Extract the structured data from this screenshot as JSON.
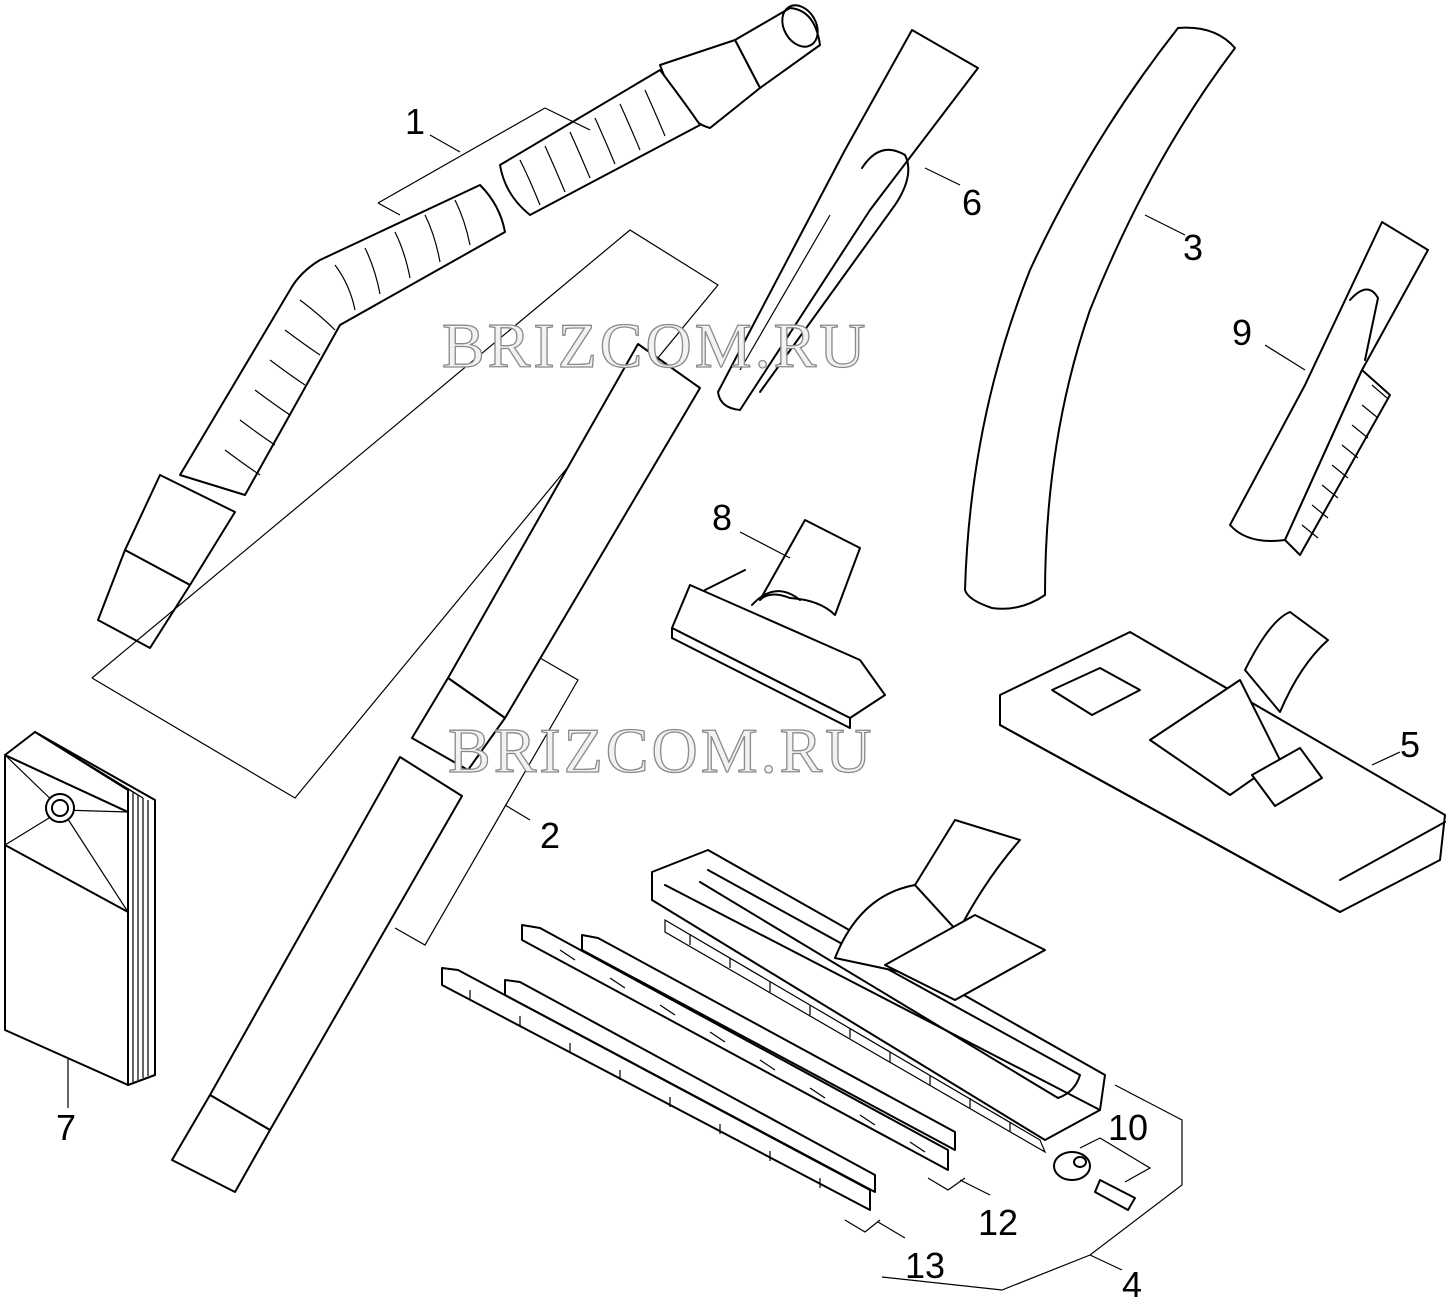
{
  "watermarks": [
    "BRIZCOM.RU",
    "BRIZCOM.RU"
  ],
  "callouts": [
    {
      "id": "1",
      "text": "1"
    },
    {
      "id": "2",
      "text": "2"
    },
    {
      "id": "3",
      "text": "3"
    },
    {
      "id": "4",
      "text": "4"
    },
    {
      "id": "5",
      "text": "5"
    },
    {
      "id": "6",
      "text": "6"
    },
    {
      "id": "7",
      "text": "7"
    },
    {
      "id": "8",
      "text": "8"
    },
    {
      "id": "9",
      "text": "9"
    },
    {
      "id": "10",
      "text": "10"
    },
    {
      "id": "12",
      "text": "12"
    },
    {
      "id": "13",
      "text": "13"
    }
  ]
}
